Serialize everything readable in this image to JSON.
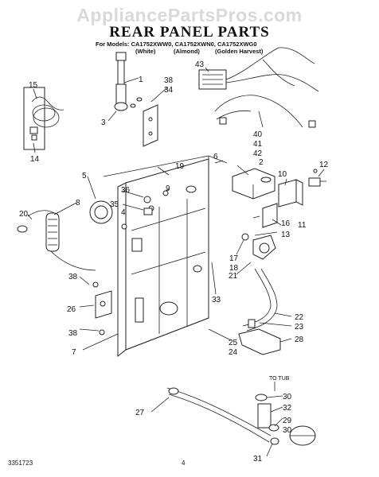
{
  "watermark": "AppliancePartsPros.com",
  "title": "REAR PANEL PARTS",
  "models_line": "For Models: CA1752XWW0, CA1752XWN0, CA1752XWG0",
  "colors": [
    "(White)",
    "(Almond)",
    "(Golden Harvest)"
  ],
  "footer_code": "3351723",
  "page_number": "4",
  "labels": {
    "l1": "1",
    "l2": "2",
    "l3": "3",
    "l4": "4",
    "l5": "5",
    "l6": "6",
    "l7": "7",
    "l8": "8",
    "l9": "9",
    "l10": "10",
    "l11": "11",
    "l12": "12",
    "l13": "13",
    "l14": "14",
    "l15": "15",
    "l16": "16",
    "l17": "17",
    "l18": "18",
    "l19": "19",
    "l20": "20",
    "l21": "21",
    "l22": "22",
    "l23": "23",
    "l24": "24",
    "l25": "25",
    "l26": "26",
    "l27": "27",
    "l28": "28",
    "l29": "29",
    "l30a": "30",
    "l30b": "30",
    "l31": "31",
    "l32": "32",
    "l33": "33",
    "l34": "34",
    "l35": "35",
    "l36": "36",
    "l38a": "38",
    "l38b": "38",
    "l38c": "38",
    "l40": "40",
    "l41": "41",
    "l42": "42",
    "l43": "43",
    "to_tub": "TO TUB"
  }
}
